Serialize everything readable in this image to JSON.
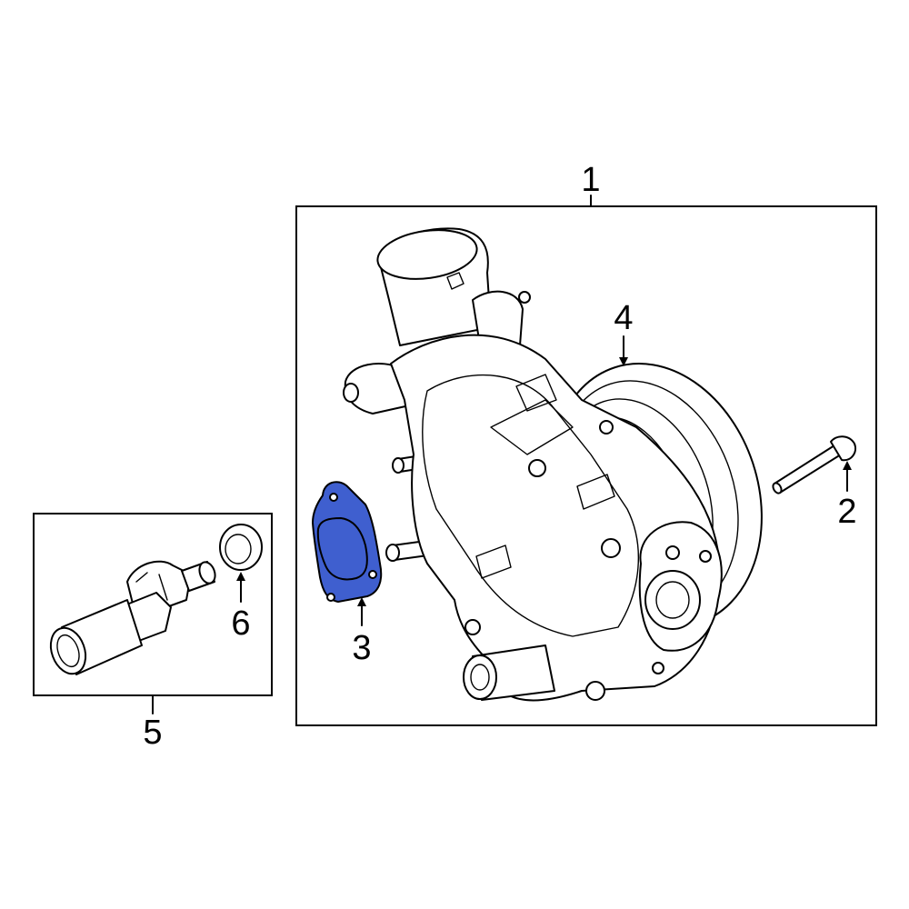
{
  "callouts": {
    "c1": "1",
    "c2": "2",
    "c3": "3",
    "c4": "4",
    "c5": "5",
    "c6": "6"
  },
  "colors": {
    "highlight": "#3f5fcf",
    "line": "#000000",
    "background": "#ffffff"
  },
  "icons": {
    "arrow": "arrow-icon"
  }
}
